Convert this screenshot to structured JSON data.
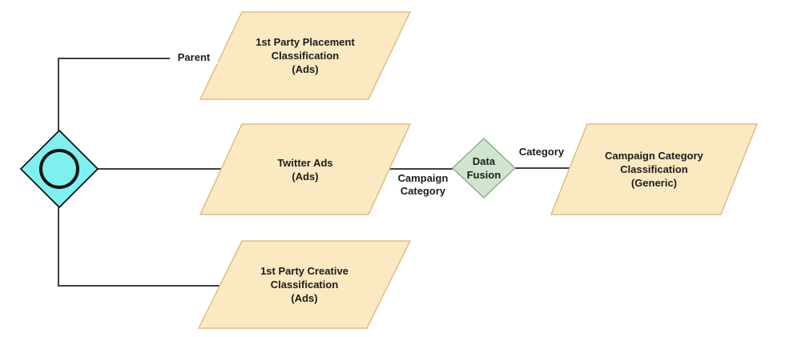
{
  "diagram": {
    "colors": {
      "background": "#ffffff",
      "connector": "#3f3f3f",
      "text": "#1c1c1c"
    },
    "nodes": {
      "start_event": {
        "fill": "#7ff0f0",
        "stroke": "#141414"
      },
      "placement": {
        "label": "1st Party Placement\nClassification\n(Ads)",
        "fill": "#fbe9c2",
        "stroke": "#dcbf83"
      },
      "twitter": {
        "label": "Twitter Ads\n(Ads)",
        "fill": "#fbe9c2",
        "stroke": "#dcbf83"
      },
      "creative": {
        "label": "1st Party Creative\nClassification\n(Ads)",
        "fill": "#fbe9c2",
        "stroke": "#dcbf83"
      },
      "fusion": {
        "label": "Data\nFusion",
        "fill": "#cfe5ce",
        "stroke": "#93a893"
      },
      "campaign": {
        "label": "Campaign Category\nClassification\n(Generic)",
        "fill": "#fbe9c2",
        "stroke": "#dcbf83"
      }
    },
    "edge_labels": {
      "parent": "Parent",
      "campaign_category": "Campaign\nCategory",
      "category": "Category"
    }
  }
}
